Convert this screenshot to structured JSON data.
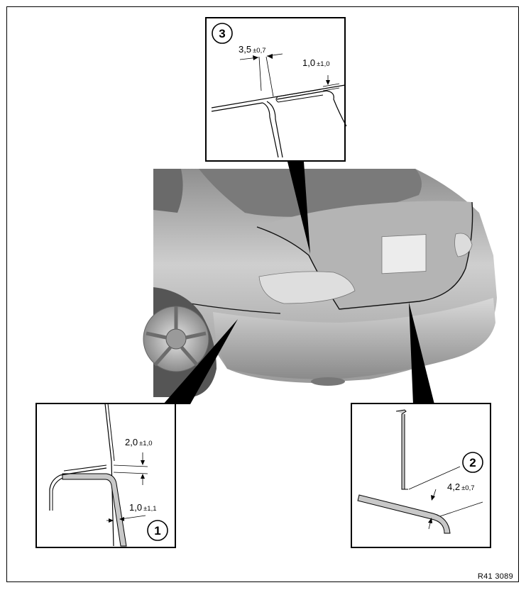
{
  "reference_code": "R41 3089",
  "details": {
    "detail_1": {
      "number": "1",
      "gap_top_value": "2,0",
      "gap_top_tolerance": "±1,0",
      "gap_bottom_value": "1,0",
      "gap_bottom_tolerance": "±1,1"
    },
    "detail_2": {
      "number": "2",
      "gap_value": "4,2",
      "gap_tolerance": "±0,7"
    },
    "detail_3": {
      "number": "3",
      "gap_left_value": "3,5",
      "gap_left_tolerance": "±0,7",
      "gap_right_value": "1,0",
      "gap_right_tolerance": "±1,0"
    }
  },
  "colors": {
    "line": "#000000",
    "body_light": "#d6d6d6",
    "body_mid": "#a9a9a9",
    "body_dark": "#6e6e6e",
    "panel_fill": "#c8c8c8"
  }
}
